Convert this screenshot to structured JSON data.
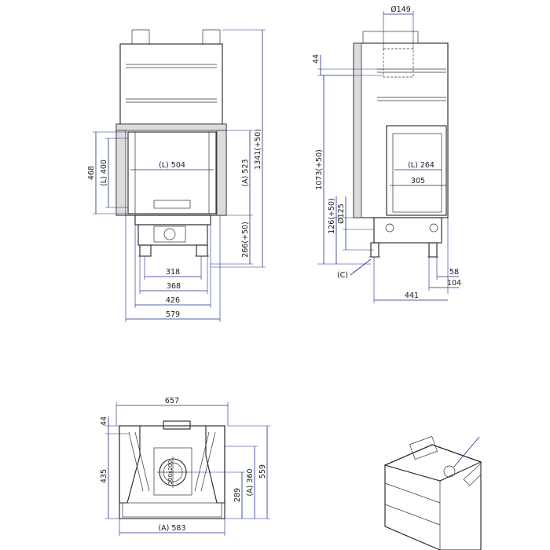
{
  "front_view": {
    "width_total": "579",
    "width_426": "426",
    "width_368": "368",
    "width_318": "318",
    "glass_width": "(L) 504",
    "height_total": "1341(+50)",
    "height_523": "(A) 523",
    "height_266": "266(+50)",
    "height_468": "468",
    "height_400": "(L) 400"
  },
  "side_view": {
    "flue_diameter": "Ø149",
    "top_offset": "44",
    "height_1073": "1073(+50)",
    "height_126": "126(+50)",
    "air_inlet": "Ø125",
    "glass_width": "(L) 264",
    "width_305": "305",
    "depth_441": "441",
    "depth_104": "104",
    "depth_58": "58",
    "inlet_label": "(C)"
  },
  "plan_view": {
    "width_657": "657",
    "width_583": "(A) 583",
    "top_offset": "44",
    "depth_435": "435",
    "depth_559": "559",
    "depth_360": "(A) 360",
    "depth_289": "289",
    "opening": "200x200"
  }
}
